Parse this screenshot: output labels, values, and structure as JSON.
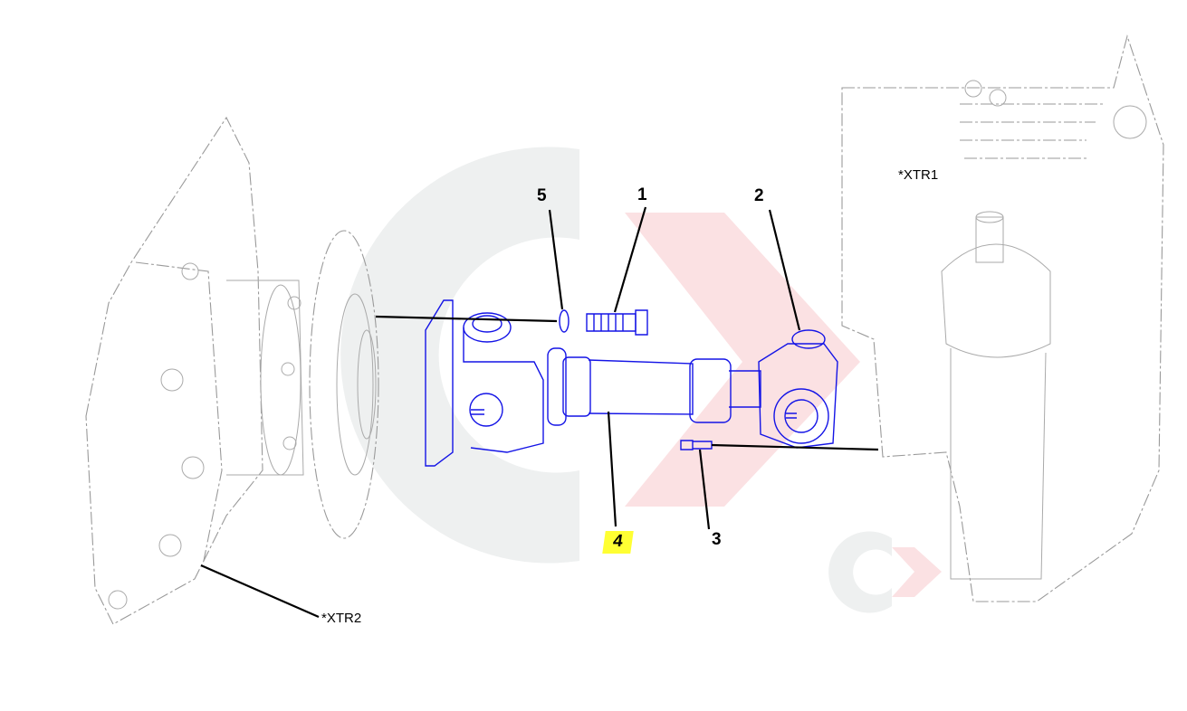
{
  "diagram": {
    "callouts": [
      {
        "id": "1",
        "label": "1"
      },
      {
        "id": "2",
        "label": "2"
      },
      {
        "id": "3",
        "label": "3"
      },
      {
        "id": "4",
        "label": "4",
        "highlighted": true
      },
      {
        "id": "5",
        "label": "5"
      }
    ],
    "references": {
      "xtr1": "*XTR1",
      "xtr2": "*XTR2"
    },
    "colors": {
      "highlight": "#ffff33",
      "part_line": "#1414e6",
      "watermark_red": "#f9d9dc",
      "watermark_gray": "#eef0f0"
    }
  }
}
